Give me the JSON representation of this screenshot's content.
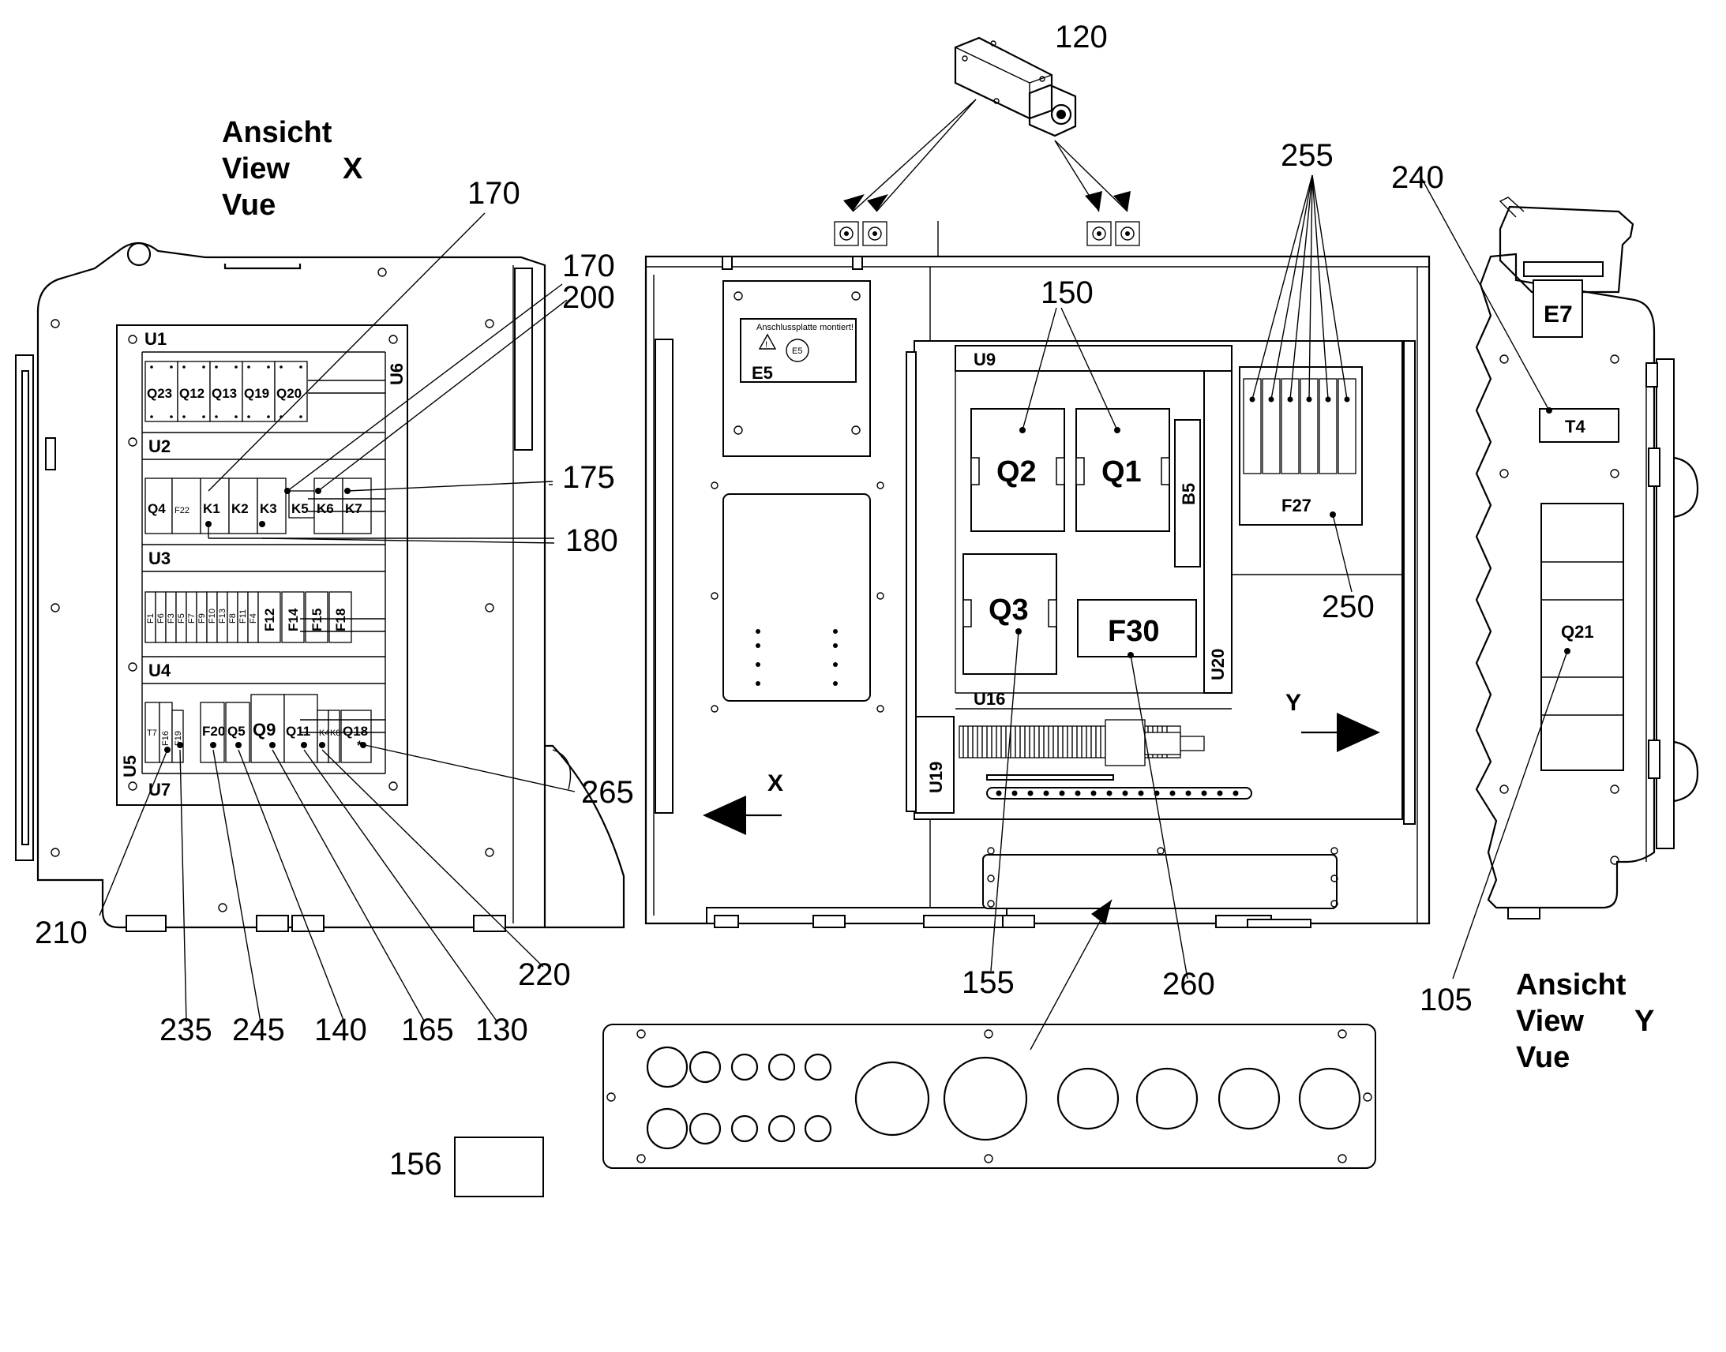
{
  "view_labels": {
    "x": [
      "Ansicht",
      "View",
      "Vue",
      "X"
    ],
    "y": [
      "Ansicht",
      "View",
      "Vue",
      "Y"
    ]
  },
  "door_left": {
    "rows": [
      "U1",
      "U2",
      "U3",
      "U4",
      "U7"
    ],
    "sides": [
      "U6",
      "U5"
    ],
    "row1_breakers": [
      "Q23",
      "Q12",
      "Q13",
      "Q19",
      "Q20"
    ],
    "row2": [
      "Q4",
      "F22",
      "K1",
      "K2",
      "K3",
      "K5",
      "K6",
      "K7"
    ],
    "row3_small": [
      "F1",
      "F6",
      "F3",
      "F5",
      "F7",
      "F9",
      "F10",
      "F13",
      "F8",
      "F11",
      "F4"
    ],
    "row3_big": [
      "F12",
      "F14",
      "F15",
      "F18"
    ],
    "row4": [
      "T7",
      "F16",
      "F19",
      "F20",
      "Q5",
      "Q9",
      "Q11",
      "K4",
      "K8",
      "Q18"
    ]
  },
  "main_panel": {
    "e5_plate": "E5",
    "e5_sticker_text": "Anschlussplatte montiert!",
    "e5_badge": "E5",
    "boxes": [
      "U9",
      "Q2",
      "Q1",
      "B5",
      "Q3",
      "F30",
      "U20",
      "U16",
      "U19",
      "F27"
    ],
    "arrow_x": "X",
    "arrow_y": "Y"
  },
  "door_right": {
    "labels": [
      "E7",
      "T4",
      "Q21"
    ]
  },
  "callouts": {
    "c120": "120",
    "c170a": "170",
    "c170b": "170",
    "c200": "200",
    "c175": "175",
    "c180": "180",
    "c265": "265",
    "c210": "210",
    "c235": "235",
    "c245": "245",
    "c140": "140",
    "c165": "165",
    "c130": "130",
    "c220": "220",
    "c150": "150",
    "c155": "155",
    "c260": "260",
    "c255": "255",
    "c250": "250",
    "c240": "240",
    "c105": "105",
    "c156": "156"
  }
}
